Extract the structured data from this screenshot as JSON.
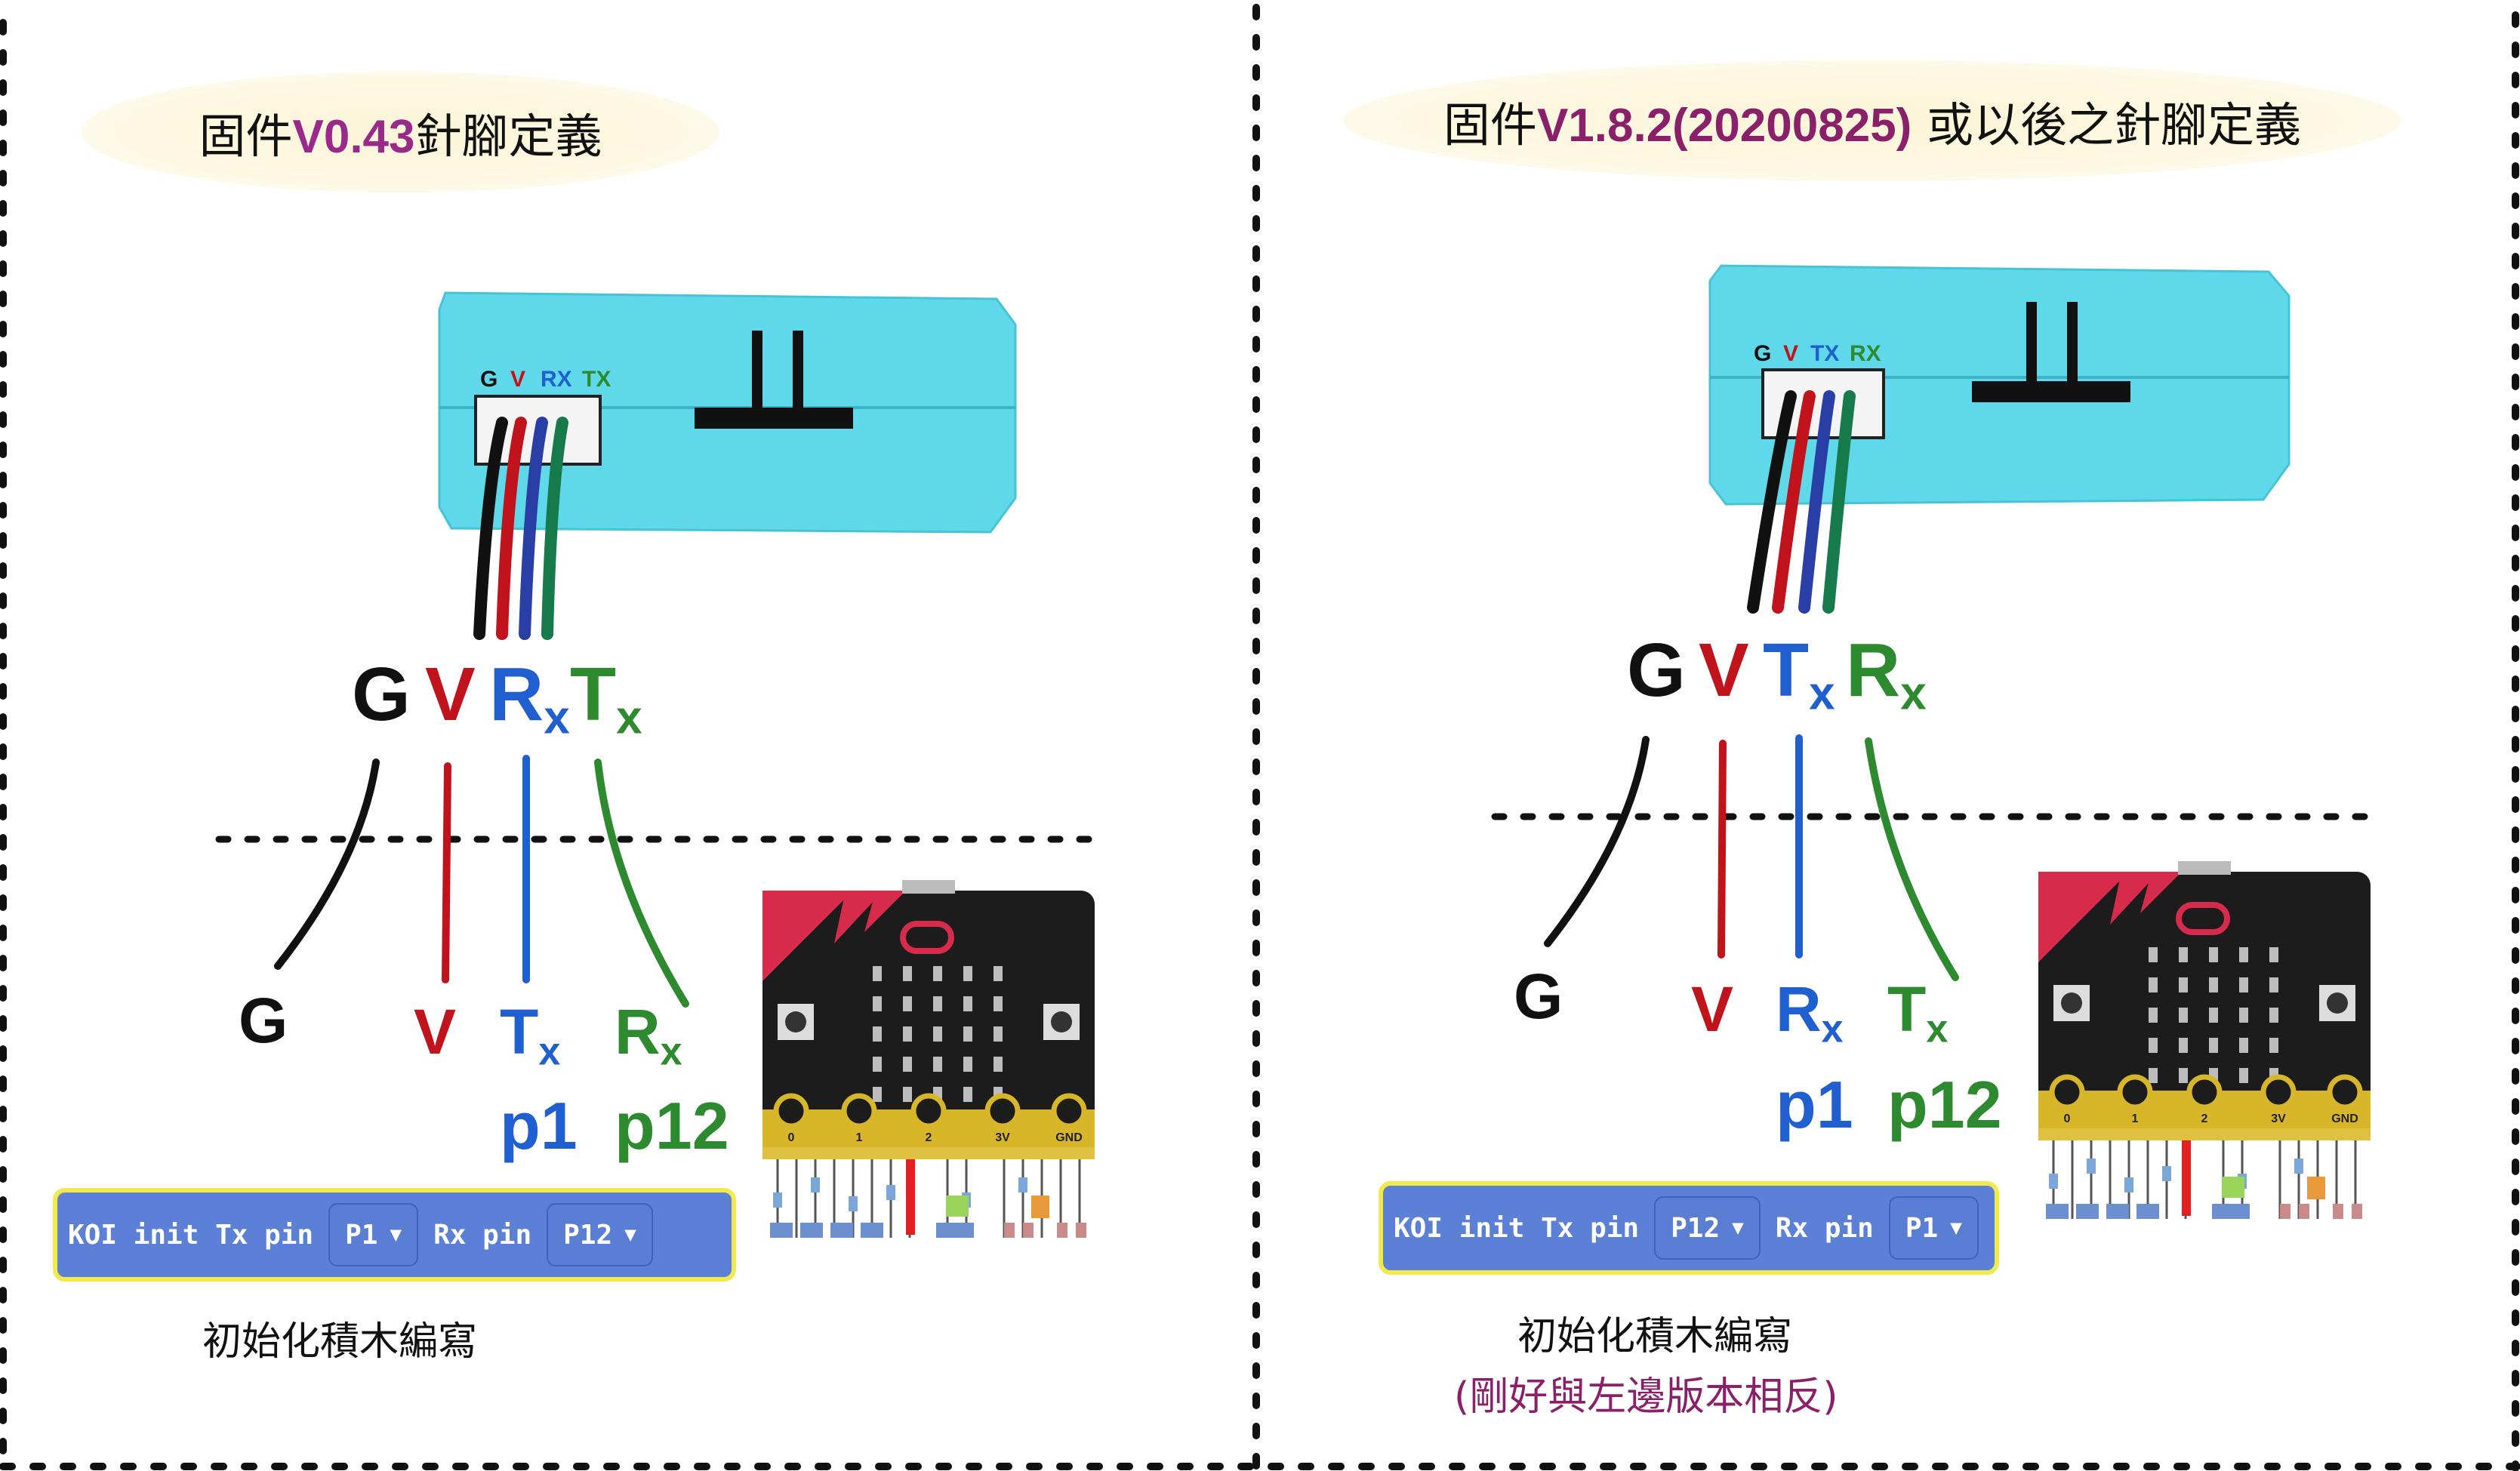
{
  "left": {
    "title_prefix": "固件",
    "title_version": "V0.43",
    "title_suffix": "針腳定義",
    "module_labels": {
      "g": "G",
      "v": "V",
      "a": "RX",
      "b": "TX"
    },
    "cable_top": {
      "g": "G",
      "v": "V",
      "a_main": "R",
      "a_sub": "x",
      "b_main": "T",
      "b_sub": "x"
    },
    "board_side": {
      "g": "G",
      "v": "V",
      "a_main": "T",
      "a_sub": "x",
      "b_main": "R",
      "b_sub": "x",
      "a_pin": "p1",
      "b_pin": "p12"
    },
    "block": {
      "text1": "KOI init Tx pin",
      "dd1": "P1",
      "text2": "Rx pin",
      "dd2": "P12"
    },
    "caption": "初始化積木編寫"
  },
  "right": {
    "title_prefix": "固件",
    "title_version": "V1.8.2(20200825)",
    "title_suffix": " 或以後之針腳定義",
    "module_labels": {
      "g": "G",
      "v": "V",
      "a": "TX",
      "b": "RX"
    },
    "cable_top": {
      "g": "G",
      "v": "V",
      "a_main": "T",
      "a_sub": "x",
      "b_main": "R",
      "b_sub": "x"
    },
    "board_side": {
      "g": "G",
      "v": "V",
      "a_main": "R",
      "a_sub": "x",
      "b_main": "T",
      "b_sub": "x",
      "a_pin": "p1",
      "b_pin": "p12"
    },
    "block": {
      "text1": "KOI init Tx pin",
      "dd1": "P12",
      "text2": "Rx pin",
      "dd2": "P1"
    },
    "caption": "初始化積木編寫",
    "note": "(剛好與左邊版本相反)"
  },
  "microbit_labels": [
    "0",
    "1",
    "2",
    "3V",
    "GND"
  ],
  "colors": {
    "ground": "#111111",
    "vcc": "#c0131b",
    "blue": "#1f5fd0",
    "green": "#2e8a2e",
    "module": "#5fd8ea",
    "title_version": "#9a2a8a",
    "note": "#8a1f6a",
    "block": "#5b80d6",
    "block_border": "#f2e94a"
  }
}
